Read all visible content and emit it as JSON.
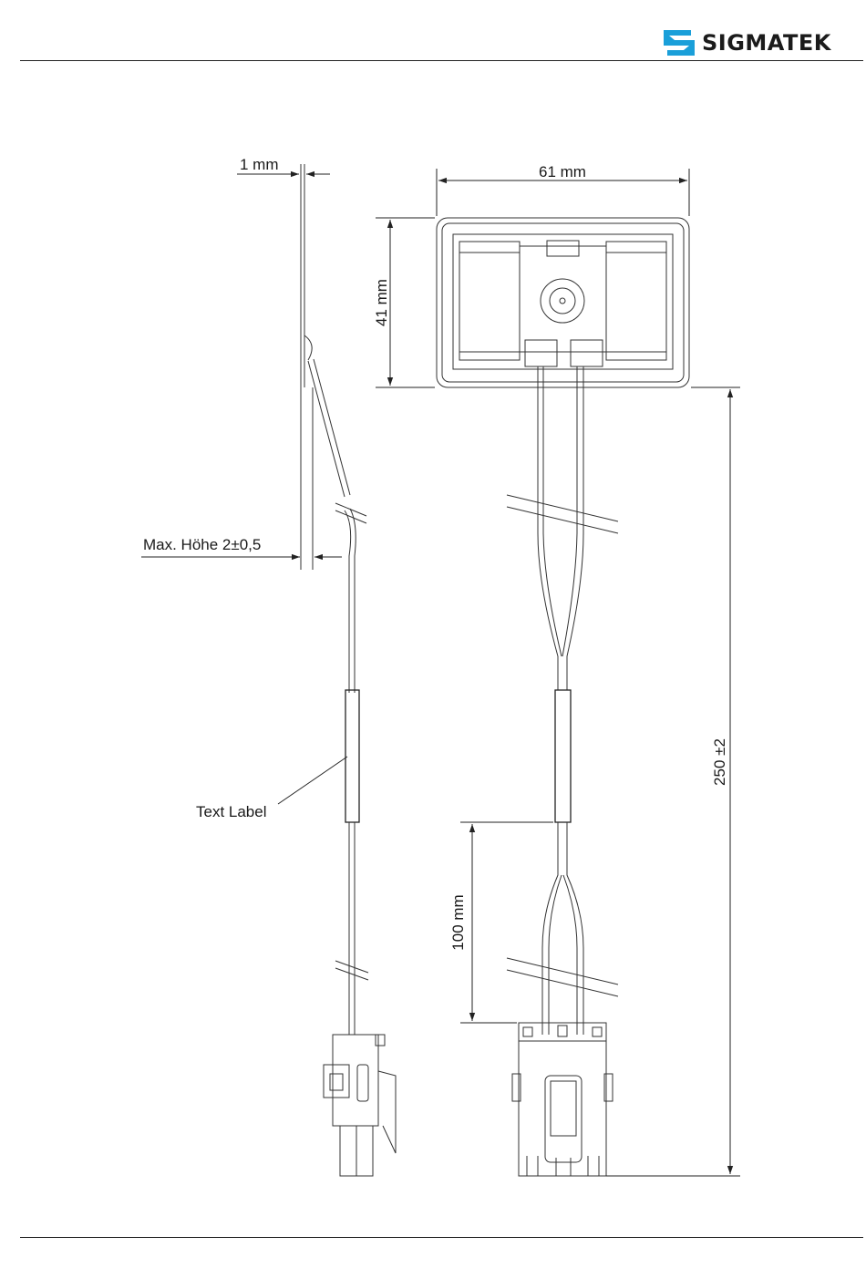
{
  "header": {
    "brand_name": "SIGMATEK",
    "brand_color": "#1a9fd9",
    "logo_icon": "sigmatek-s-logo-icon"
  },
  "drawing": {
    "labels": {
      "thickness": "1 mm",
      "max_height": "Max. Höhe 2±0,5",
      "text_label": "Text Label",
      "width": "61 mm",
      "height": "41 mm",
      "total_length": "250 ±2",
      "split_length": "100 mm"
    }
  }
}
